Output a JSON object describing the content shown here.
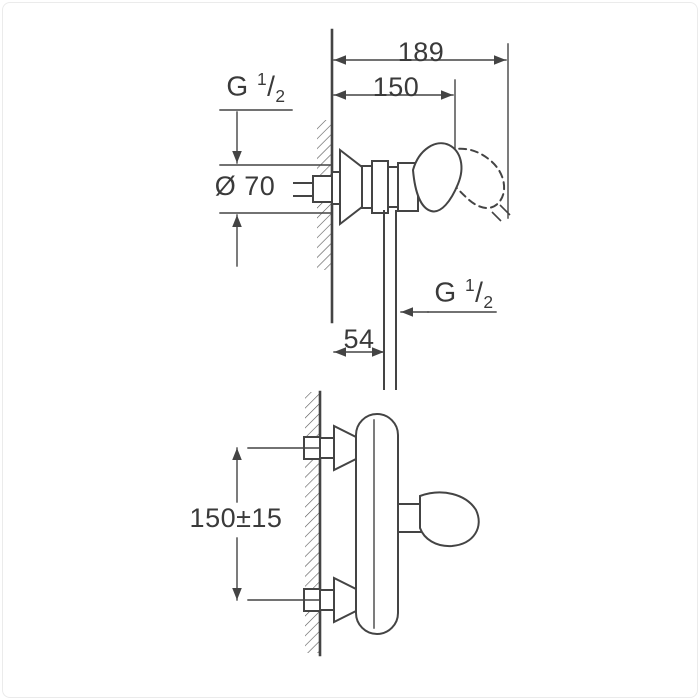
{
  "colors": {
    "line": "#444444",
    "background": "#ffffff",
    "frame_border": "#ebebeb",
    "text": "#3a3a3a"
  },
  "side_view": {
    "dim_total_depth": "189",
    "dim_handle_depth": "150",
    "thread_wall": {
      "prefix": "G",
      "numerator": "1",
      "slash": "/",
      "denominator": "2"
    },
    "dim_escutcheon_diameter": "Ø 70",
    "thread_outlet": {
      "prefix": "G",
      "numerator": "1",
      "slash": "/",
      "denominator": "2"
    },
    "dim_outlet_offset": "54"
  },
  "front_view": {
    "dim_mounting_centers": "150±15"
  }
}
